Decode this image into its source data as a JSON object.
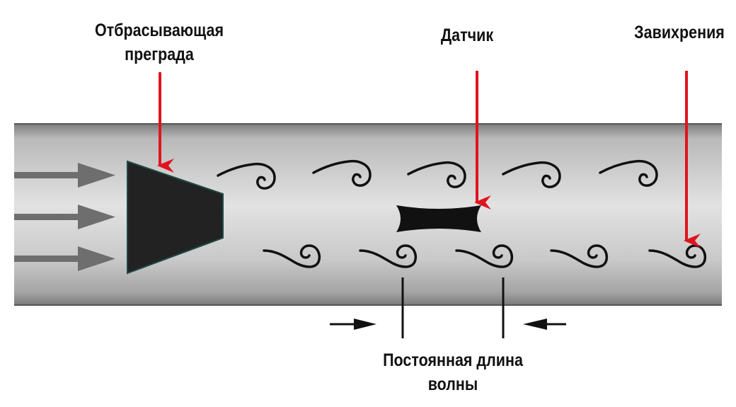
{
  "labels": {
    "barrier": [
      "Отбрасывающая",
      "преграда"
    ],
    "sensor": "Датчик",
    "eddies": "Завихрения",
    "wavelength": [
      "Постоянная длина",
      "волны"
    ]
  },
  "colors": {
    "pipe_light": "#d6d6d6",
    "pipe_dark": "#9a9a9a",
    "pipe_edge": "#555555",
    "flow_arrow": "#6e6e6e",
    "pointer": "#e0141e",
    "body": "#111111",
    "text": "#111111"
  }
}
